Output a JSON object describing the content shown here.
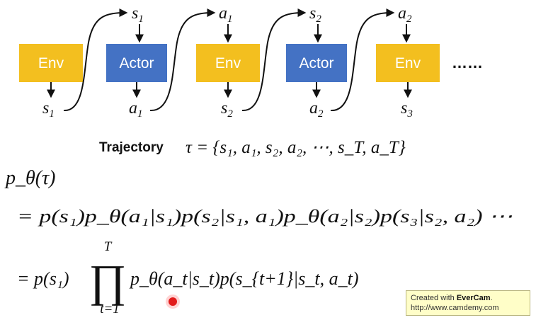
{
  "colors": {
    "env_box": "#f3bf1f",
    "actor_box": "#4472c4",
    "arrow": "#111111"
  },
  "chain": {
    "boxes": [
      {
        "label": "Env",
        "kind": "env"
      },
      {
        "label": "Actor",
        "kind": "actor"
      },
      {
        "label": "Env",
        "kind": "env"
      },
      {
        "label": "Actor",
        "kind": "actor"
      },
      {
        "label": "Env",
        "kind": "env"
      }
    ],
    "ellipsis": "……",
    "top_labels": [
      {
        "base": "s",
        "sub": "1"
      },
      {
        "base": "a",
        "sub": "1"
      },
      {
        "base": "s",
        "sub": "2"
      },
      {
        "base": "a",
        "sub": "2"
      }
    ],
    "bottom_labels": [
      {
        "base": "s",
        "sub": "1"
      },
      {
        "base": "a",
        "sub": "1"
      },
      {
        "base": "s",
        "sub": "2"
      },
      {
        "base": "a",
        "sub": "2"
      },
      {
        "base": "s",
        "sub": "3"
      }
    ]
  },
  "trajectory": {
    "label": "Trajectory",
    "formula": "τ = {s₁, a₁, s₂, a₂, ⋯, s_T, a_T}"
  },
  "equations": {
    "lhs": "p_θ(τ)",
    "line1": "= p(s₁)p_θ(a₁|s₁)p(s₂|s₁, a₁)p_θ(a₂|s₂)p(s₃|s₂, a₂) ⋯",
    "line2": {
      "prefix": "= p(s₁)",
      "product_upper": "T",
      "product_lower": "t=1",
      "suffix": "p_θ(a_t|s_t)p(s_{t+1}|s_t, a_t)"
    }
  },
  "watermark": {
    "line1_prefix": "Created with ",
    "line1_brand": "EverCam",
    "line1_suffix": ".",
    "line2": "http://www.camdemy.com"
  }
}
